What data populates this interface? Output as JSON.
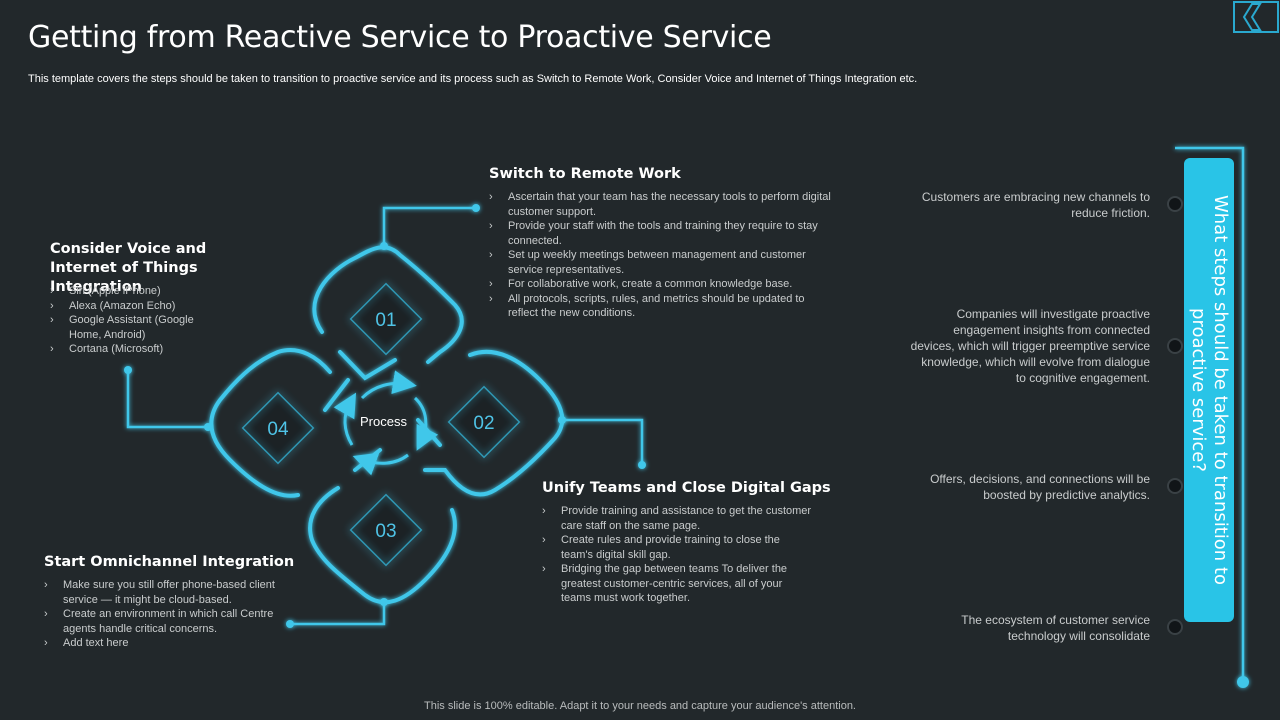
{
  "title": "Getting from Reactive Service to Proactive Service",
  "subtitle": "This template covers the steps should be taken to transition to proactive service and its process such as Switch to Remote Work, Consider Voice and Internet of Things Integration etc.",
  "process": {
    "center_label": "Process",
    "steps": [
      {
        "number": "01",
        "heading": "Switch to Remote Work",
        "bullets": [
          "Ascertain that your team has the necessary tools to perform digital customer support.",
          "Provide your staff with the tools and training they require to stay connected.",
          "Set up weekly meetings between management and customer service representatives.",
          "For collaborative work, create a common knowledge base.",
          "All protocols, scripts, rules, and metrics should be updated to reflect the new conditions."
        ]
      },
      {
        "number": "02",
        "heading": "Unify Teams and Close Digital Gaps",
        "bullets": [
          "Provide training and assistance to get the customer care staff on the same page.",
          "Create rules and provide training to close the team's digital skill gap.",
          "Bridging the gap between teams To deliver the greatest customer-centric services, all of your teams must work together."
        ]
      },
      {
        "number": "03",
        "heading": "Start Omnichannel Integration",
        "bullets": [
          "Make sure you still offer phone-based client service — it might be cloud-based.",
          "Create an environment in which call Centre agents handle critical concerns.",
          "Add text here"
        ]
      },
      {
        "number": "04",
        "heading": "Consider Voice and Internet of Things Integration",
        "bullets": [
          "Siri (Apple iPhone)",
          "Alexa (Amazon Echo)",
          "Google Assistant (Google Home, Android)",
          "Cortana (Microsoft)"
        ]
      }
    ]
  },
  "right_panel": {
    "title": "What steps should be taken to transition to proactive service?",
    "points": [
      "Customers are embracing new channels to reduce friction.",
      "Companies will investigate proactive engagement insights from connected devices, which will trigger preemptive service knowledge, which will evolve from dialogue to cognitive engagement.",
      "Offers, decisions, and connections will be boosted by predictive analytics.",
      "The ecosystem of customer service technology will consolidate"
    ]
  },
  "footer": "This slide is 100% editable. Adapt it to your needs and capture your audience's attention.",
  "colors": {
    "background": "#22282b",
    "accent": "#29c4e7",
    "neon_line": "#3fc7ea"
  },
  "icons": [
    "nav-arrow-icon"
  ]
}
